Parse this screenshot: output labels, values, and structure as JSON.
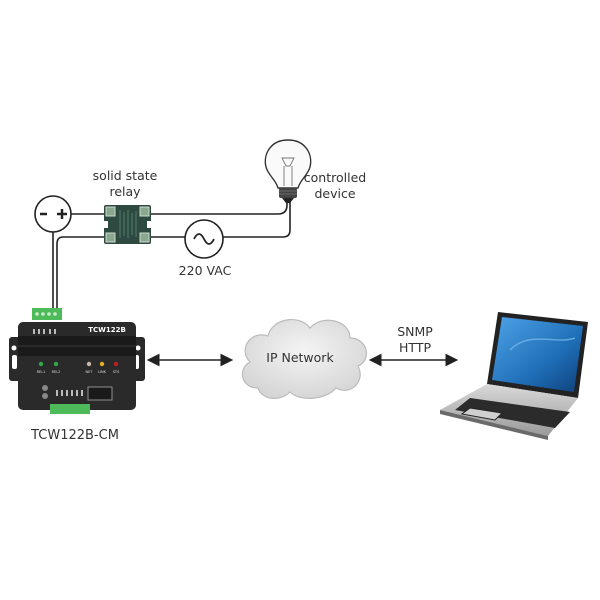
{
  "labels": {
    "relay": [
      "solid state",
      "relay"
    ],
    "device": [
      "controlled",
      "device"
    ],
    "ac_source": "220 VAC",
    "dc_source_minus": "-",
    "dc_source_plus": "+",
    "controller": "TCW122B-CM",
    "controller_front": "TCW122B",
    "network": "IP Network",
    "protocols": [
      "SNMP",
      "HTTP"
    ]
  },
  "controller_leds": [
    {
      "label": "REL1",
      "color": "#2ea84a"
    },
    {
      "label": "REL2",
      "color": "#2ea84a"
    },
    {
      "label": "NET",
      "color": "#c9b8a8"
    },
    {
      "label": "LINK",
      "color": "#e0b020"
    },
    {
      "label": "STS",
      "color": "#c02020"
    }
  ],
  "colors": {
    "wire": "#222222",
    "relay_body": "#2e4a40",
    "terminal_green": "#4dbb5a",
    "controller_body": "#2a2a2a",
    "cloud_fill": "#e6e6e6",
    "laptop_screen": "#1f6fb8"
  }
}
